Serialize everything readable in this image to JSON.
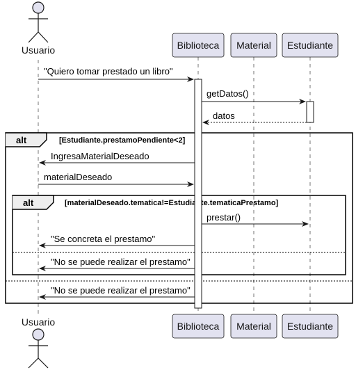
{
  "participants": {
    "usuario": "Usuario",
    "biblioteca": "Biblioteca",
    "material": "Material",
    "estudiante": "Estudiante"
  },
  "fragments": {
    "outer": {
      "keyword": "alt",
      "guard": "[Estudiante.prestamoPendiente<2]"
    },
    "inner": {
      "keyword": "alt",
      "guard": "[materialDeseado.tematica!=Estudiante.tematicaPrestamo]"
    }
  },
  "messages": {
    "m1": "\"Quiero tomar prestado un libro\"",
    "m2": "getDatos()",
    "m3": "datos",
    "m4": "IngresaMaterialDeseado",
    "m5": "materialDeseado",
    "m6": "prestar()",
    "m7": "\"Se concreta el prestamo\"",
    "m8": "\"No se puede realizar el prestamo\"",
    "m9": "\"No se puede realizar el prestamo\""
  },
  "colors": {
    "participant_fill": "#E2E2F0",
    "participant_border": "#181818",
    "lifeline": "#181818",
    "activation_fill": "#FFFFFF"
  }
}
